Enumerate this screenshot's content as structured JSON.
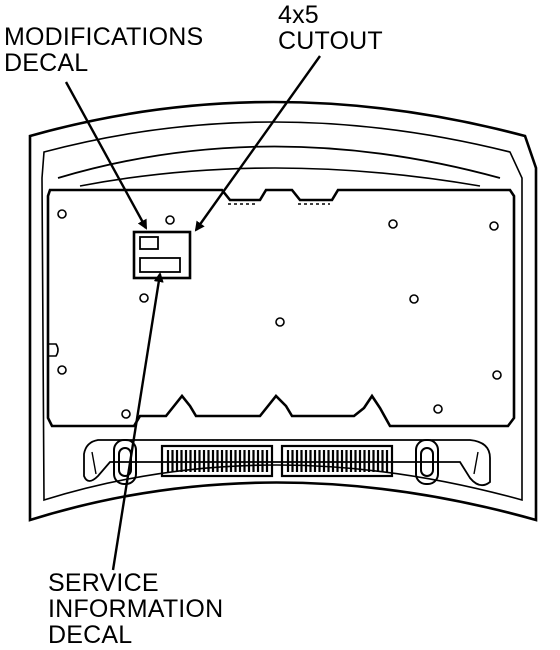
{
  "callouts": {
    "modifications": [
      "MODIFICATIONS",
      "DECAL"
    ],
    "cutout": [
      "4x5",
      "CUTOUT"
    ],
    "service": [
      "SERVICE",
      "INFORMATION",
      "DECAL"
    ]
  }
}
